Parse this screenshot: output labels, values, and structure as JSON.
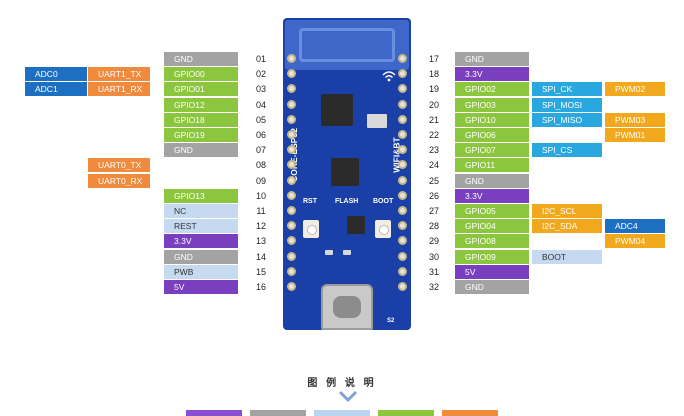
{
  "left_pins": [
    {
      "num": "01",
      "func": "GND",
      "func_color": "gray",
      "extra": []
    },
    {
      "num": "02",
      "func": "GPIO00",
      "func_color": "green",
      "extra": [
        {
          "text": "UART1_TX",
          "color": "orange"
        },
        {
          "text": "ADC0",
          "color": "blue"
        }
      ]
    },
    {
      "num": "03",
      "func": "GPIO01",
      "func_color": "green",
      "extra": [
        {
          "text": "UART1_RX",
          "color": "orange"
        },
        {
          "text": "ADC1",
          "color": "blue"
        }
      ]
    },
    {
      "num": "04",
      "func": "GPIO12",
      "func_color": "green",
      "extra": []
    },
    {
      "num": "05",
      "func": "GPIO18",
      "func_color": "green",
      "extra": []
    },
    {
      "num": "06",
      "func": "GPIO19",
      "func_color": "green",
      "extra": []
    },
    {
      "num": "07",
      "func": "GND",
      "func_color": "gray",
      "extra": []
    },
    {
      "num": "08",
      "func": "",
      "func_color": "none",
      "extra": [
        {
          "text": "UART0_TX",
          "color": "orange"
        }
      ]
    },
    {
      "num": "09",
      "func": "",
      "func_color": "none",
      "extra": [
        {
          "text": "UART0_RX",
          "color": "orange"
        }
      ]
    },
    {
      "num": "10",
      "func": "GPIO13",
      "func_color": "green",
      "extra": []
    },
    {
      "num": "11",
      "func": "NC",
      "func_color": "lightblue",
      "extra": []
    },
    {
      "num": "12",
      "func": "REST",
      "func_color": "lightblue",
      "extra": []
    },
    {
      "num": "13",
      "func": "3.3V",
      "func_color": "purple",
      "extra": []
    },
    {
      "num": "14",
      "func": "GND",
      "func_color": "gray",
      "extra": []
    },
    {
      "num": "15",
      "func": "PWB",
      "func_color": "lightblue",
      "extra": []
    },
    {
      "num": "16",
      "func": "5V",
      "func_color": "purple",
      "extra": []
    }
  ],
  "right_pins": [
    {
      "num": "17",
      "func": "GND",
      "func_color": "gray",
      "extra": []
    },
    {
      "num": "18",
      "func": "3.3V",
      "func_color": "purple",
      "extra": []
    },
    {
      "num": "19",
      "func": "GPIO02",
      "func_color": "green",
      "extra": [
        {
          "text": "SPI_CK",
          "color": "cyan"
        },
        {
          "text": "PWM02",
          "color": "amber"
        }
      ]
    },
    {
      "num": "20",
      "func": "GPIO03",
      "func_color": "green",
      "extra": [
        {
          "text": "SPI_MOSI",
          "color": "cyan"
        }
      ]
    },
    {
      "num": "21",
      "func": "GPIO10",
      "func_color": "green",
      "extra": [
        {
          "text": "SPI_MISO",
          "color": "cyan"
        },
        {
          "text": "PWM03",
          "color": "amber"
        }
      ]
    },
    {
      "num": "22",
      "func": "GPIO06",
      "func_color": "green",
      "extra": [
        {
          "text": "",
          "color": "none"
        },
        {
          "text": "PWM01",
          "color": "amber"
        }
      ]
    },
    {
      "num": "23",
      "func": "GPIO07",
      "func_color": "green",
      "extra": [
        {
          "text": "SPI_CS",
          "color": "cyan"
        }
      ]
    },
    {
      "num": "24",
      "func": "GPIO11",
      "func_color": "green",
      "extra": []
    },
    {
      "num": "25",
      "func": "GND",
      "func_color": "gray",
      "extra": []
    },
    {
      "num": "26",
      "func": "3.3V",
      "func_color": "purple",
      "extra": []
    },
    {
      "num": "27",
      "func": "GPIO05",
      "func_color": "green",
      "extra": [
        {
          "text": "I2C_SCL",
          "color": "amber"
        }
      ]
    },
    {
      "num": "28",
      "func": "GPIO04",
      "func_color": "green",
      "extra": [
        {
          "text": "I2C_SDA",
          "color": "amber"
        },
        {
          "text": "ADC4",
          "color": "blue"
        }
      ]
    },
    {
      "num": "29",
      "func": "GPIO08",
      "func_color": "green",
      "extra": [
        {
          "text": "",
          "color": "none"
        },
        {
          "text": "PWM04",
          "color": "amber"
        }
      ]
    },
    {
      "num": "30",
      "func": "GPIO09",
      "func_color": "green",
      "extra": [
        {
          "text": "BOOT",
          "color": "lightblue"
        }
      ]
    },
    {
      "num": "31",
      "func": "5V",
      "func_color": "purple",
      "extra": []
    },
    {
      "num": "32",
      "func": "GND",
      "func_color": "gray",
      "extra": []
    }
  ],
  "board": {
    "name": "CORE-ESP32",
    "wifi": "WIFI&BT",
    "flash": "FLASH",
    "rst": "RST",
    "boot": "BOOT",
    "mark_s2": "S2"
  },
  "legend": {
    "title": "图 例 说 明"
  },
  "colors": {
    "gray": "#a3a3a3",
    "green": "#8cc63f",
    "purple": "#7a3fbf",
    "lightblue": "#c5daf0",
    "orange": "#f08a3c",
    "blue": "#1d6fc2",
    "cyan": "#29a8e0",
    "amber": "#f2a81d",
    "legend": [
      "#8a4fd0",
      "#a3a3a3",
      "#b8d4ee",
      "#8cc63f",
      "#f08a3c"
    ]
  }
}
